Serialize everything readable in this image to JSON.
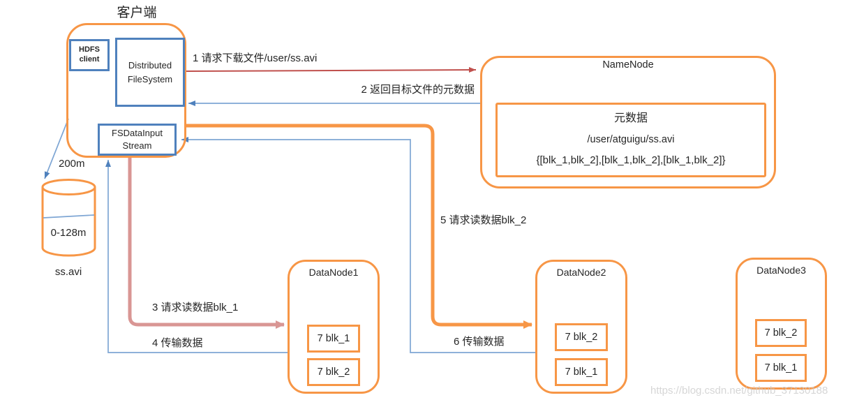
{
  "client": {
    "title": "客户端",
    "hdfs_client": [
      "HDFS",
      "client"
    ],
    "distributed_fs": [
      "Distributed",
      "FileSystem"
    ],
    "fs_data_input_stream": [
      "FSDataInput",
      "Stream"
    ]
  },
  "namenode": {
    "title": "NameNode",
    "metadata": {
      "title": "元数据",
      "path": "/user/atguigu/ss.avi",
      "blocks": "{[blk_1,blk_2],[blk_1,blk_2],[blk_1,blk_2]}"
    }
  },
  "datanodes": [
    {
      "title": "DataNode1",
      "blocks": [
        "7 blk_1",
        "7 blk_2"
      ]
    },
    {
      "title": "DataNode2",
      "blocks": [
        "7 blk_2",
        "7 blk_1"
      ]
    },
    {
      "title": "DataNode3",
      "blocks": [
        "7 blk_2",
        "7 blk_1"
      ]
    }
  ],
  "file": {
    "size": "200m",
    "block_range": "0-128m",
    "name": "ss.avi"
  },
  "steps": [
    "1 请求下载文件/user/ss.avi",
    "2 返回目标文件的元数据",
    "3 请求读数据blk_1",
    "4 传输数据",
    "5 请求读数据blk_2",
    "6 传输数据"
  ],
  "watermark": "https://blog.csdn.net/github_37130188",
  "colors": {
    "box_orange": "#F79646",
    "box_blue": "#4F81BD",
    "line_blue": "#7EA6D4",
    "line_red": "#C0504D",
    "line_pink": "#D99694",
    "text": "#262626",
    "watermark": "#C8C8C8"
  }
}
